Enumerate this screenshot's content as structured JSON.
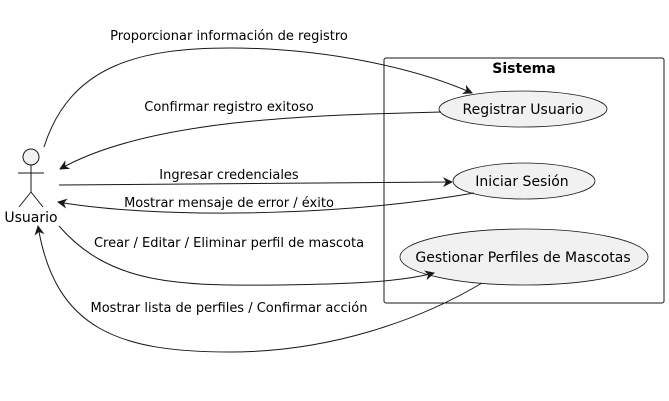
{
  "diagram": {
    "actor": {
      "label": "Usuario"
    },
    "system": {
      "title": "Sistema"
    },
    "use_cases": {
      "registrar": "Registrar Usuario",
      "login": "Iniciar Sesión",
      "perfiles": "Gestionar Perfiles de Mascotas"
    },
    "messages": {
      "m1": "Proporcionar información de registro",
      "m2": "Confirmar registro exitoso",
      "m3": "Ingresar credenciales",
      "m4": "Mostrar mensaje de error / éxito",
      "m5": "Crear / Editar / Eliminar perfil de mascota",
      "m6": "Mostrar lista de perfiles / Confirmar acción"
    },
    "colors": {
      "use_case_fill": "#f1f1f1",
      "line": "#181818",
      "background": "#ffffff"
    }
  }
}
